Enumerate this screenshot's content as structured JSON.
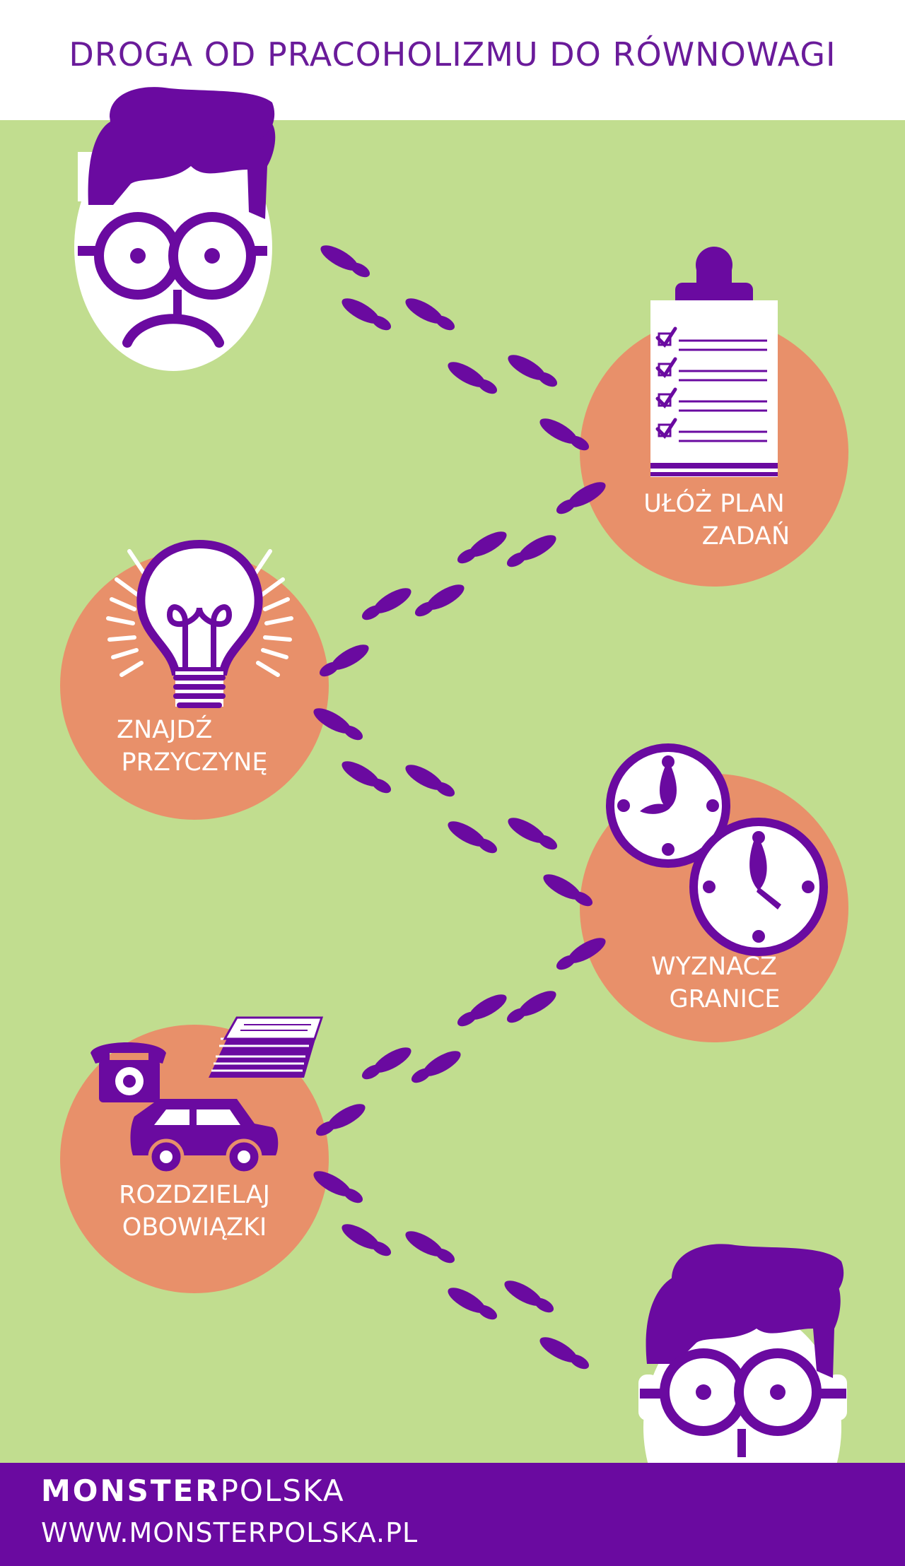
{
  "title": "DROGA OD PRACOHOLIZMU DO RÓWNOWAGI",
  "steps": [
    {
      "line1": "UŁÓŻ PLAN",
      "line2": "ZADAŃ",
      "icon": "clipboard-checklist-icon"
    },
    {
      "line1": "ZNAJDŹ",
      "line2": "PRZYCZYNĘ",
      "icon": "lightbulb-icon"
    },
    {
      "line1": "WYZNACZ",
      "line2": "GRANICE",
      "icon": "clocks-icon"
    },
    {
      "line1": "ROZDZIELAJ",
      "line2": "OBOWIĄZKI",
      "icon": "phone-car-papers-icon"
    }
  ],
  "footer": {
    "brand_bold": "MONSTER",
    "brand_light": "POLSKA",
    "url": "WWW.MONSTERPOLSKA.PL"
  },
  "colors": {
    "purple": "#6a0aa0",
    "green": "#c1dd8f",
    "orange": "#e8906a",
    "white": "#ffffff"
  },
  "characters": [
    "sad-face-illustration",
    "happy-face-illustration"
  ]
}
